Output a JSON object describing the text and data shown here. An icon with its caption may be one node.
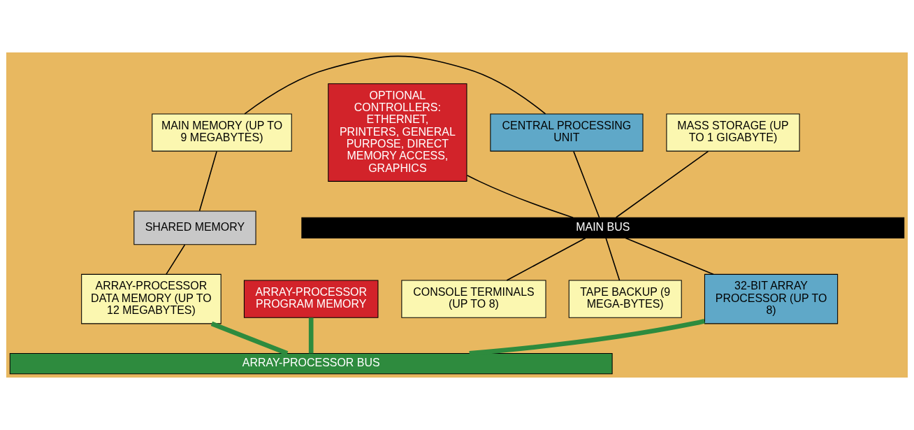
{
  "diagram": {
    "nodes": [
      {
        "text": [
          "MASS STORAGE (UP TO 1 GIGABYTE)"
        ]
      },
      {
        "text": [
          "MAIN MEMORY (UP TO 9 MEGABYTES)"
        ]
      },
      {
        "text": [
          "CENTRAL PROCESSING UNIT"
        ]
      },
      {
        "text": [
          "OPTIONAL CONTROLLERS: ETHERNET, PRINTERS, GENERAL PURPOSE, DIRECT MEMORY ACCESS, GRAPHICS"
        ]
      },
      {
        "text": [
          "MAIN BUS"
        ]
      },
      {
        "text": [
          "SHARED MEMORY"
        ]
      },
      {
        "text": [
          "CONSOLE TERMINALS (UP TO 8)"
        ]
      },
      {
        "text": [
          "TAPE BACKUP (9 MEGA-BYTES)"
        ]
      },
      {
        "text": [
          "ARRAY-PROCESSOR DATA MEMORY (UP TO 12 MEGABYTES)"
        ]
      },
      {
        "text": [
          "32-BIT ARRAY PROCESSOR (UP TO 8)"
        ]
      },
      {
        "text": [
          "ARRAY-PROCESSOR PROGRAM MEMORY"
        ]
      },
      {
        "text": [
          "ARRAY-PROCESSOR BUS"
        ]
      }
    ],
    "edges": [
      {
        "from": 0,
        "to": 4,
        "arrow": "none"
      },
      {
        "from": 1,
        "to": 2,
        "arrow": "none"
      },
      {
        "from": 2,
        "to": 4,
        "arrow": "none"
      },
      {
        "from": 3,
        "to": 4,
        "arrow": "none"
      },
      {
        "from": 1,
        "to": 5,
        "arrow": "none"
      },
      {
        "from": 4,
        "to": 6,
        "arrow": "none"
      },
      {
        "from": 4,
        "to": 7,
        "arrow": "none"
      },
      {
        "from": 5,
        "to": 8,
        "arrow": "none"
      },
      {
        "from": 4,
        "to": 9,
        "arrow": "none"
      },
      {
        "from": 8,
        "to": 11,
        "arrow": "none",
        "style": "thick",
        "color": "#2e8b3e"
      },
      {
        "from": 9,
        "to": 11,
        "arrow": "none",
        "style": "thick",
        "color": "#2e8b3e"
      },
      {
        "from": 10,
        "to": 11,
        "arrow": "none",
        "style": "thick",
        "color": "#2e8b3e"
      }
    ]
  }
}
